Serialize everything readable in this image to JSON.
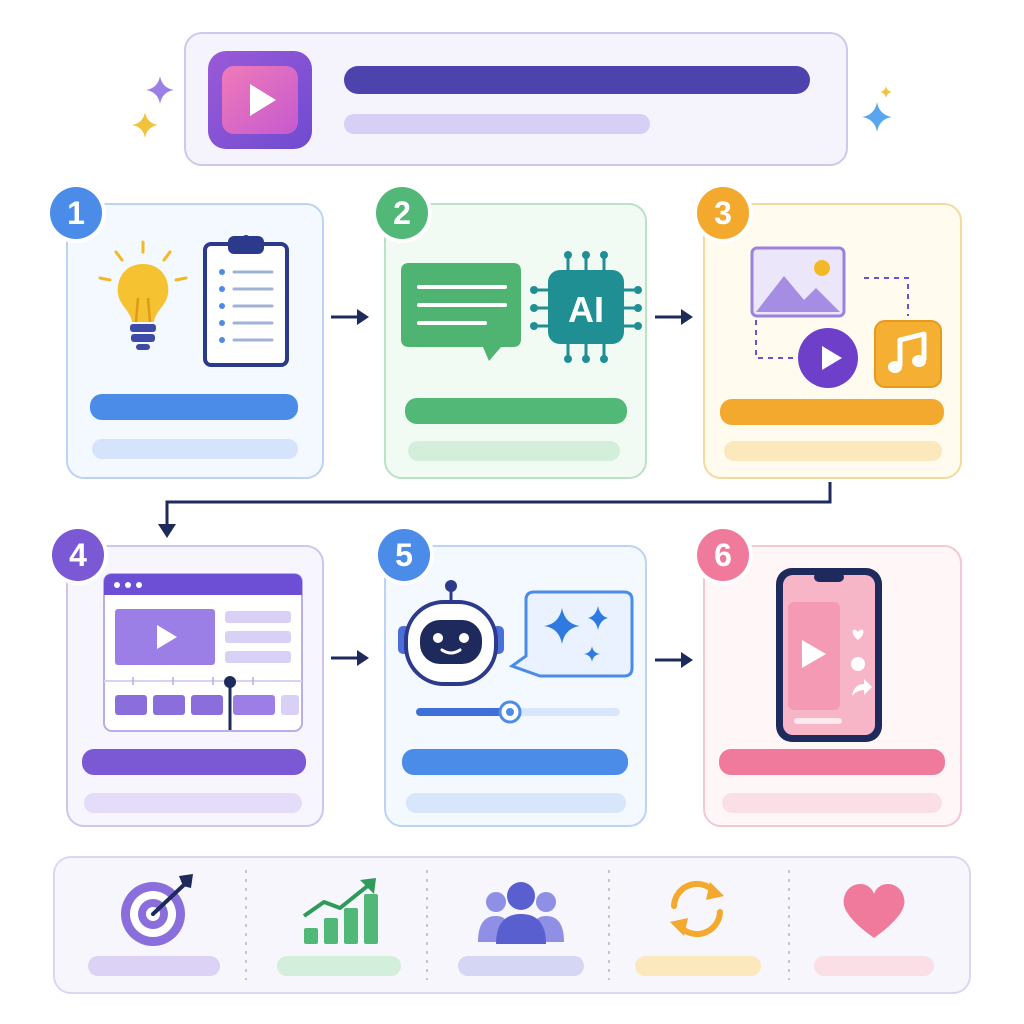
{
  "header": {
    "icon": "play-icon",
    "accent": "#6c4fd4"
  },
  "steps": [
    {
      "number": "1",
      "color": "#4a8ce8",
      "icons": [
        "lightbulb-icon",
        "clipboard-checklist-icon"
      ]
    },
    {
      "number": "2",
      "color": "#52b878",
      "icons": [
        "chat-bubble-icon",
        "ai-chip-icon"
      ],
      "chip_text": "AI"
    },
    {
      "number": "3",
      "color": "#f2a92e",
      "icons": [
        "image-icon",
        "play-icon",
        "music-note-icon"
      ]
    },
    {
      "number": "4",
      "color": "#7b58d4",
      "icons": [
        "video-editor-icon",
        "timeline-icon"
      ]
    },
    {
      "number": "5",
      "color": "#4a8ce8",
      "icons": [
        "robot-icon",
        "sparkles-icon",
        "slider-icon"
      ]
    },
    {
      "number": "6",
      "color": "#f07a9c",
      "icons": [
        "smartphone-icon",
        "play-icon",
        "heart-icon",
        "comment-icon",
        "share-icon"
      ]
    }
  ],
  "metrics": [
    {
      "icon": "target-icon",
      "color": "#7b58d4"
    },
    {
      "icon": "growth-chart-icon",
      "color": "#52b878"
    },
    {
      "icon": "audience-icon",
      "color": "#6c6fd8"
    },
    {
      "icon": "refresh-cycle-icon",
      "color": "#f2a92e"
    },
    {
      "icon": "heart-icon",
      "color": "#f07a9c"
    }
  ]
}
